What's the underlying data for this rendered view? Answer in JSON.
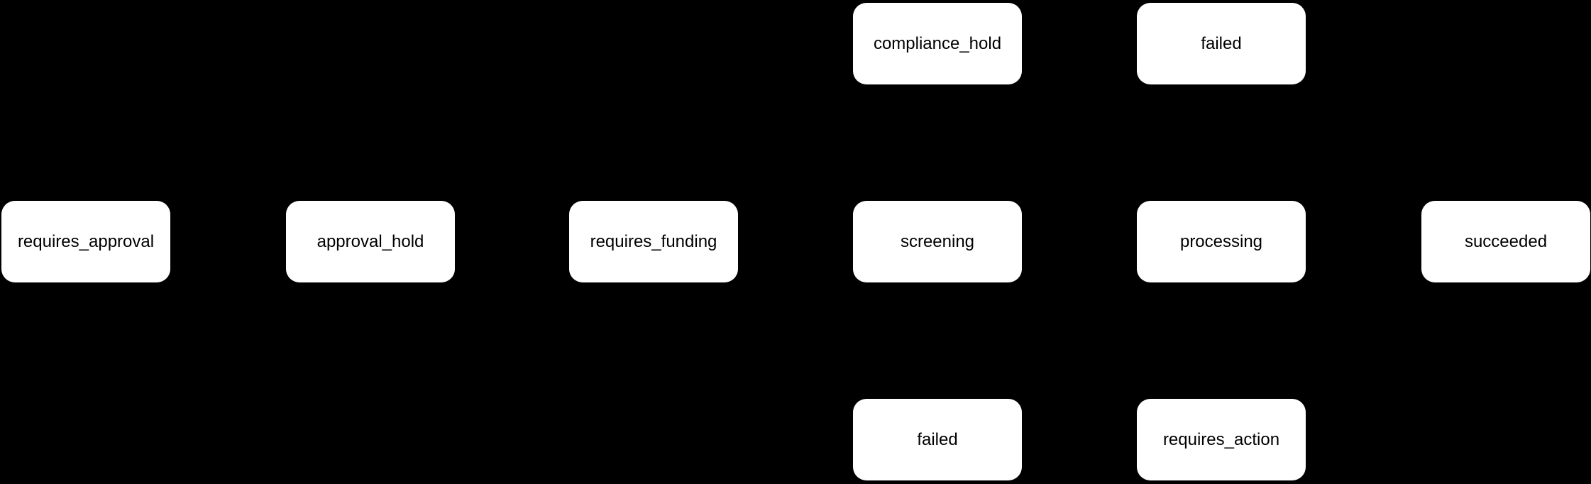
{
  "diagram": {
    "type": "flowchart-states",
    "background_color": "#000000",
    "node_fill_color": "#ffffff",
    "node_text_color": "#000000",
    "nodes": [
      {
        "label": "compliance_hold",
        "column": 4,
        "row": 0
      },
      {
        "label": "failed",
        "column": 5,
        "row": 0
      },
      {
        "label": "requires_approval",
        "column": 1,
        "row": 1
      },
      {
        "label": "approval_hold",
        "column": 2,
        "row": 1
      },
      {
        "label": "requires_funding",
        "column": 3,
        "row": 1
      },
      {
        "label": "screening",
        "column": 4,
        "row": 1
      },
      {
        "label": "processing",
        "column": 5,
        "row": 1
      },
      {
        "label": "succeeded",
        "column": 6,
        "row": 1
      },
      {
        "label": "failed",
        "column": 4,
        "row": 2
      },
      {
        "label": "requires_action",
        "column": 5,
        "row": 2
      }
    ]
  }
}
